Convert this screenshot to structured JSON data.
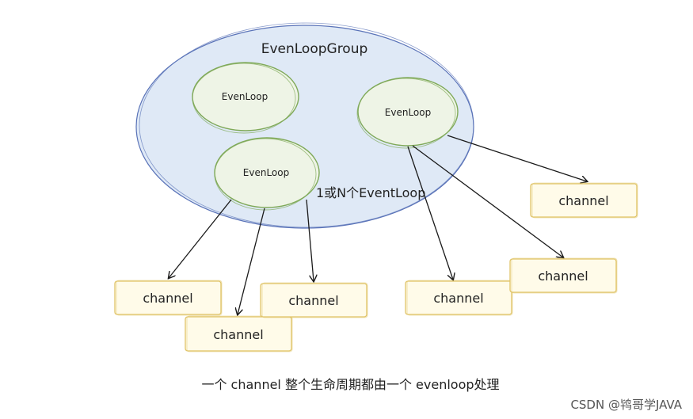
{
  "diagram": {
    "group_label": "EvenLoopGroup",
    "loops": [
      {
        "label": "EvenLoop"
      },
      {
        "label": "EvenLoop"
      },
      {
        "label": "EvenLoop"
      }
    ],
    "count_label": "1或N个EventLoop",
    "channels": [
      {
        "label": "channel"
      },
      {
        "label": "channel"
      },
      {
        "label": "channel"
      },
      {
        "label": "channel"
      },
      {
        "label": "channel"
      },
      {
        "label": "channel"
      }
    ],
    "colors": {
      "group_stroke": "#5a73b8",
      "group_fill": "#dfe9f6",
      "loop_stroke": "#7fa958",
      "loop_fill": "#eef4e6",
      "channel_stroke": "#e0c468",
      "channel_fill": "#fffbe9",
      "arrow": "#1a1a1a"
    }
  },
  "caption": "一个 channel 整个生命周期都由一个 evenloop处理",
  "watermark": "CSDN @鸨哥学JAVA"
}
